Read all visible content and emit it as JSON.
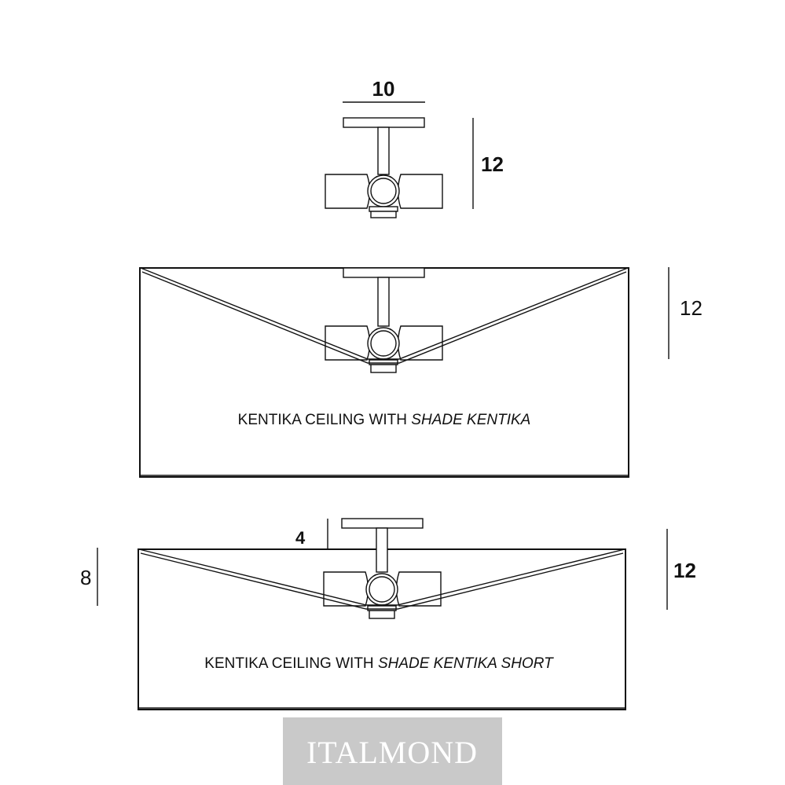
{
  "views": {
    "top": {
      "width_label": "10",
      "height_label": "12"
    },
    "middle": {
      "height_label": "12",
      "caption_regular": "KENTIKA CEILING WITH ",
      "caption_italic": "SHADE KENTIKA"
    },
    "bottom": {
      "offset_label": "4",
      "left_height_label": "8",
      "right_height_label": "12",
      "caption_regular": "KENTIKA CEILING WITH ",
      "caption_italic": "SHADE KENTIKA SHORT"
    }
  },
  "watermark": {
    "text": "ITALMOND"
  }
}
